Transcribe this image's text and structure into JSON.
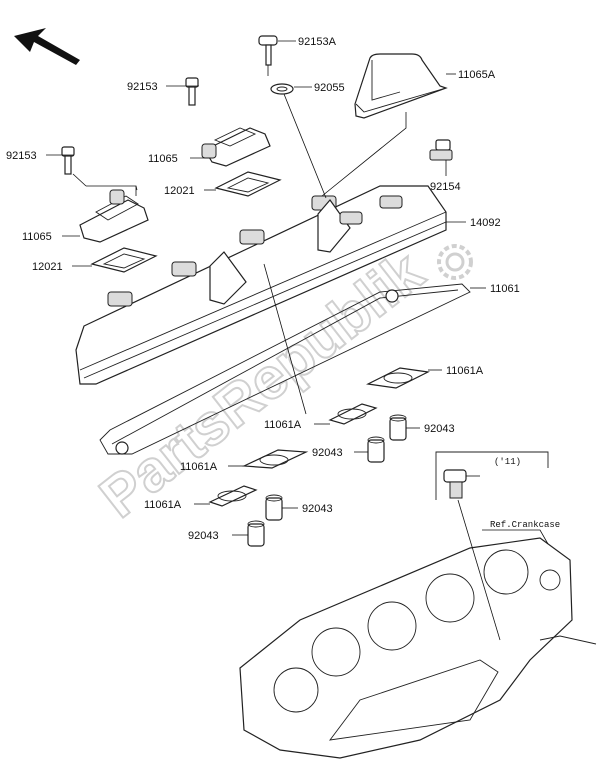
{
  "labels": {
    "p92153A": "92153A",
    "p92153_top": "92153",
    "p92055": "92055",
    "p11065A": "11065A",
    "p92153_left": "92153",
    "p11065_top": "11065",
    "p92154": "92154",
    "p12021_top": "12021",
    "p14092": "14092",
    "p11065_left": "11065",
    "p12021_left": "12021",
    "p11061": "11061",
    "p11061A_1": "11061A",
    "p11061A_2": "11061A",
    "p92043_1": "92043",
    "p92043_2": "92043",
    "p11061A_3": "11061A",
    "p92043_3": "92043",
    "p11061A_4": "11061A",
    "p92043_4": "92043"
  },
  "note_year": "('11)",
  "ref_crankcase": "Ref.Crankcase",
  "watermark": "PartsRepublik",
  "icons": {
    "direction": "direction-arrow-icon",
    "gear": "gear-icon"
  }
}
